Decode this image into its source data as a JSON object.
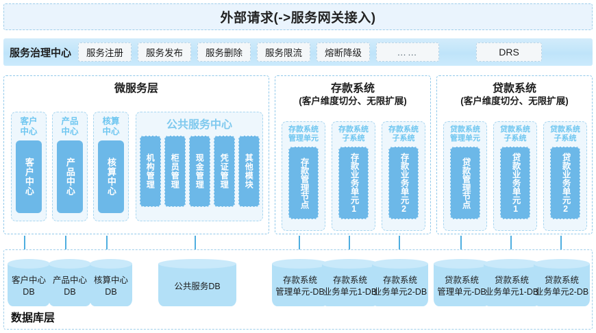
{
  "external_bar": {
    "title": "外部请求(->服务网关接入)"
  },
  "governance": {
    "title": "服务治理中心",
    "buttons": [
      "服务注册",
      "服务发布",
      "服务删除",
      "服务限流",
      "熔断降级",
      "……"
    ],
    "drs": "DRS"
  },
  "microservice_panel": {
    "title": "微服务层",
    "units": [
      {
        "label": "客户\n中心",
        "core": "客户中心"
      },
      {
        "label": "产品\n中心",
        "core": "产品中心"
      },
      {
        "label": "核算\n中心",
        "core": "核算中心"
      }
    ],
    "public_center": {
      "label": "公共服务中心",
      "modules": [
        "机构管理",
        "柜员管理",
        "现金管理",
        "凭证管理",
        "其他模块"
      ]
    }
  },
  "deposit_panel": {
    "title": "存款系统",
    "subtitle": "(客户维度切分、无限扩展)",
    "units": [
      {
        "label": "存款系统\n管理单元",
        "core": "存款管理节点"
      },
      {
        "label": "存款系统\n子系统",
        "core": "存款业务单元1"
      },
      {
        "label": "存款系统\n子系统",
        "core": "存款业务单元2"
      }
    ]
  },
  "loan_panel": {
    "title": "贷款系统",
    "subtitle": "(客户维度切分、无限扩展)",
    "units": [
      {
        "label": "贷款系统\n管理单元",
        "core": "贷款管理节点"
      },
      {
        "label": "贷款系统\n子系统",
        "core": "贷款业务单元1"
      },
      {
        "label": "贷款系统\n子系统",
        "core": "贷款业务单元2"
      }
    ]
  },
  "database_layer": {
    "label": "数据库层",
    "databases": [
      "客户中心\nDB",
      "产品中心\nDB",
      "核算中心\nDB",
      "公共服务DB",
      "存款系统\n管理单元-DB",
      "存款系统\n业务单元1-DB",
      "存款系统\n业务单元2-DB",
      "贷款系统\n管理单元-DB",
      "贷款系统\n业务单元1-DB",
      "贷款系统\n业务单元2-DB"
    ]
  },
  "colors": {
    "accent": "#6cb8e8",
    "label_blue": "#6ec6f0",
    "panel_border": "#8fc8ea",
    "db_fill": "#b3e0f7",
    "arrow": "#4eaee0",
    "gov_bar": "#bfe4fa",
    "ext_bar": "#eaf4fd"
  }
}
